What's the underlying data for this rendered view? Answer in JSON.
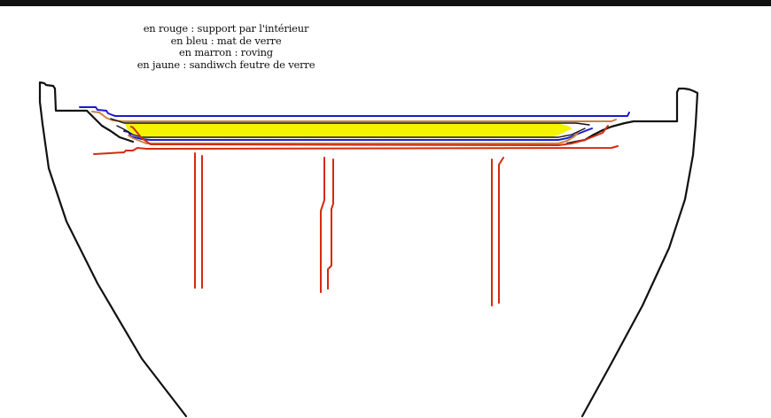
{
  "legend": {
    "red": "en rouge : support par l'intérieur",
    "blue": "en bleu : mat de verre",
    "brown": "en marron : roving",
    "yellow": "en jaune : sandiwch feutre de verre"
  },
  "colors": {
    "red": "#d42a10",
    "blue": "#1a1ad0",
    "brown": "#c8843a",
    "yellow": "#f4f400",
    "outline": "#111111",
    "background": "#ffffff"
  }
}
